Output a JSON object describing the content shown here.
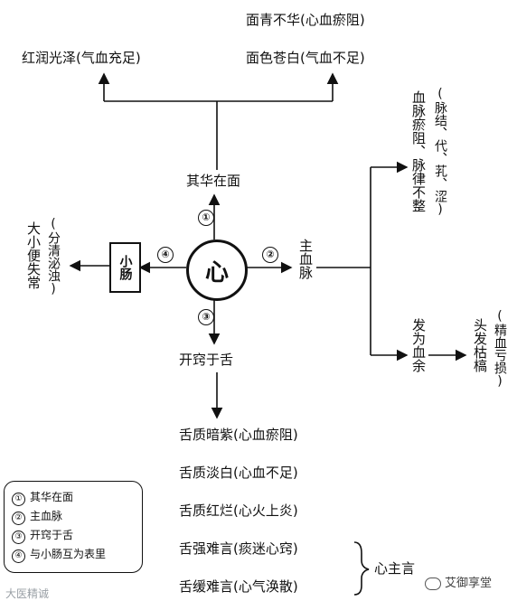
{
  "nodes": {
    "center": "心",
    "face_pale_blue": "面青不华(心血瘀阻)",
    "ruddy": "红润光泽(气血充足)",
    "pale_white": "面色苍白(气血不足)",
    "flourish_face": "其华在面",
    "small_intestine": "小肠",
    "urine_main": "大小便失常",
    "urine_paren": "(分清泌浊)",
    "governs_vessels": "主血脉",
    "pulse_main": "血脉瘀阻、脉律不整",
    "pulse_paren": "(脉结、代、芤、涩)",
    "blood_residue": "发为血余",
    "hair_main": "头发枯槁",
    "hair_paren": "(精血亏损)",
    "opens_tongue": "开窍于舌",
    "tongue_1": "舌质暗紫(心血瘀阻)",
    "tongue_2": "舌质淡白(心血不足)",
    "tongue_3": "舌质红烂(心火上炎)",
    "tongue_4": "舌强难言(痰迷心窍)",
    "tongue_5": "舌缓难言(心气涣散)",
    "heart_speech": "心主言"
  },
  "markers": {
    "m1": "①",
    "m2": "②",
    "m3": "③",
    "m4": "④"
  },
  "legend": [
    {
      "num": "①",
      "text": "其华在面"
    },
    {
      "num": "②",
      "text": "主血脉"
    },
    {
      "num": "③",
      "text": "开窍于舌"
    },
    {
      "num": "④",
      "text": "与小肠互为表里"
    }
  ],
  "watermark": {
    "left": "大医精诚",
    "right": "艾御享堂"
  }
}
